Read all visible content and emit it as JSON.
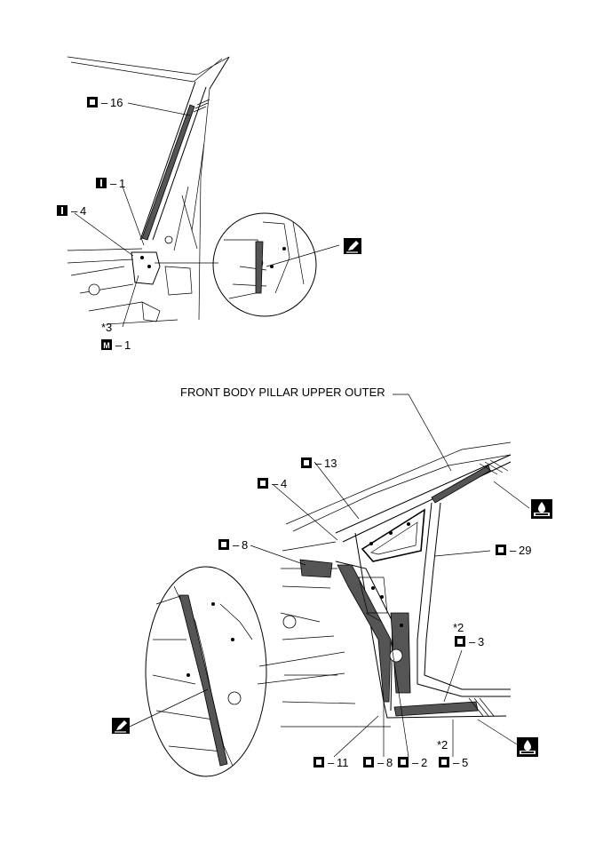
{
  "upper_view": {
    "callouts": [
      {
        "symbol": "O",
        "text": "16"
      },
      {
        "symbol": "I",
        "text": "1"
      },
      {
        "symbol": "I",
        "text": "4"
      },
      {
        "symbol": "M",
        "text": "1"
      }
    ],
    "note": "*3"
  },
  "lower_view": {
    "part_name": "FRONT BODY PILLAR UPPER OUTER",
    "callouts": [
      {
        "symbol": "O",
        "text": "13"
      },
      {
        "symbol": "O",
        "text": "4"
      },
      {
        "symbol": "O",
        "text": "8"
      },
      {
        "symbol": "O",
        "text": "29"
      },
      {
        "symbol": "O",
        "text": "3"
      },
      {
        "symbol": "O",
        "text": "11"
      },
      {
        "symbol": "O",
        "text": "8"
      },
      {
        "symbol": "O",
        "text": "2"
      },
      {
        "symbol": "O",
        "text": "5"
      }
    ],
    "notes": [
      "*2",
      "*2"
    ]
  },
  "icons": [
    "pencil-icon",
    "pencil-icon",
    "sealer-icon",
    "sealer-icon"
  ]
}
